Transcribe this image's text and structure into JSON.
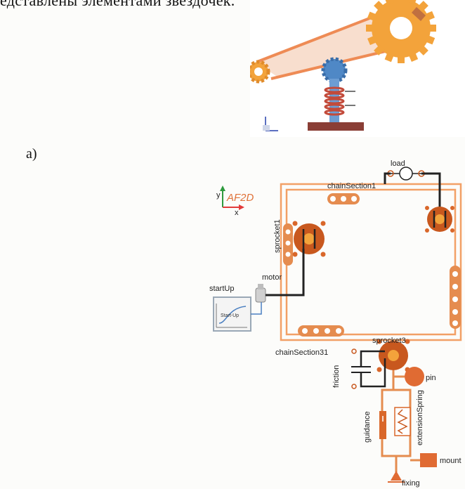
{
  "page": {
    "top_text": "едставлены элементами звездочек.",
    "figure_label": "а)"
  },
  "diagram": {
    "frame_label": "AF2D",
    "axis_y": "y",
    "axis_x": "x",
    "labels": {
      "load": "load",
      "chain_section1": "chainSection1",
      "sprocket1": "sprocket1",
      "motor": "motor",
      "start_up": "startUp",
      "start_up_box": "Start-Up",
      "sprocket3": "sprocket3",
      "chain_section31": "chainSection31",
      "friction": "friction",
      "pin": "pin",
      "extension_spring": "extensionSpring",
      "guidance": "guidance",
      "mount": "mount",
      "fixing": "fixing"
    }
  },
  "colors": {
    "chain": "#e0733a",
    "sprocket": "#c8581e",
    "gear": "#f3a33b",
    "gear_blue": "#4f88c6",
    "wire": "#222222",
    "signal": "#4a7fc1"
  }
}
